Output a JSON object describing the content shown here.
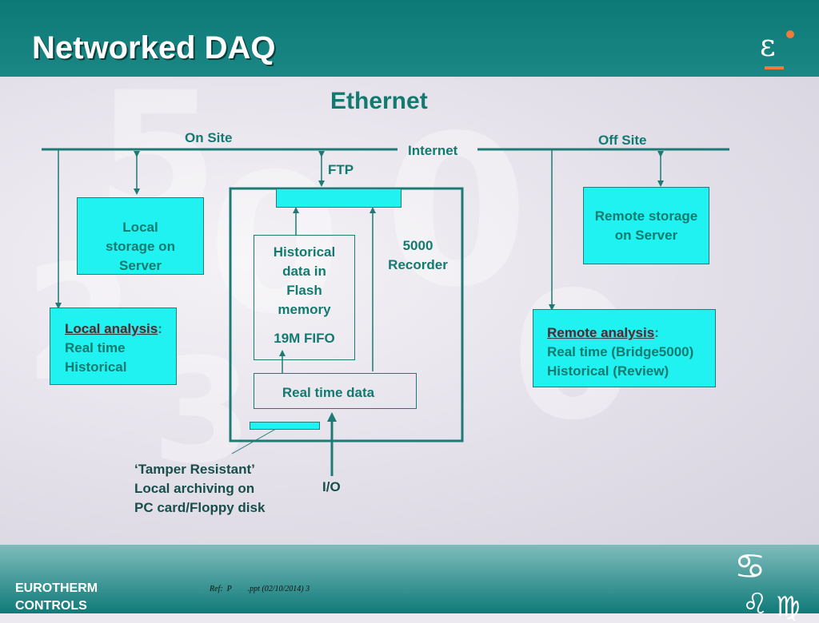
{
  "slide": {
    "title": "Networked DAQ",
    "company": "EUROTHERM\nCONTROLS",
    "ref": "Ref:  P        .ppt (02/10/2014) 3",
    "logo_glyph": "ε",
    "symbols": [
      "♋",
      "♌",
      "♍"
    ]
  },
  "diagram": {
    "heading": "Ethernet",
    "on_site": "On Site",
    "off_site": "Off Site",
    "internet": "Internet",
    "ftp": "FTP",
    "local_storage": "Local\nstorage on\nServer",
    "remote_storage": "Remote storage\non Server",
    "local_analysis": {
      "title": "Local analysis",
      "colon": ":",
      "lines": [
        "Real time",
        "Historical"
      ]
    },
    "remote_analysis": {
      "title": "Remote analysis",
      "colon": ":",
      "lines": [
        "Real time (Bridge5000)",
        "Historical (Review)"
      ]
    },
    "historical": "Historical\ndata in\nFlash\nmemory",
    "fifo": "19M FIFO",
    "recorder": "5000\nRecorder",
    "realtime": "Real time data",
    "tamper": "‘Tamper Resistant’\nLocal archiving on\nPC card/Floppy disk",
    "io": "I/O"
  },
  "colors": {
    "teal_header": "#0e7a78",
    "box_fill": "#1ff2f0",
    "text_teal": "#137a70",
    "line_teal": "#1d7a74",
    "accent_orange": "#f07a3a"
  }
}
